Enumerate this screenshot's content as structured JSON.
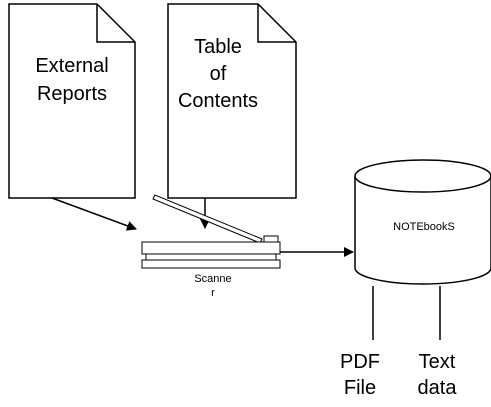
{
  "documents": [
    {
      "id": "external-reports",
      "lines": [
        "External",
        "Reports"
      ]
    },
    {
      "id": "table-of-contents",
      "lines": [
        "Table",
        "of",
        "Contents"
      ]
    }
  ],
  "scanner": {
    "lines": [
      "Scanne",
      "r"
    ]
  },
  "database": {
    "label": "NOTEbookS"
  },
  "outputs": [
    {
      "id": "pdf-file",
      "lines": [
        "PDF",
        "File"
      ]
    },
    {
      "id": "text-data",
      "lines": [
        "Text",
        "data"
      ]
    }
  ]
}
